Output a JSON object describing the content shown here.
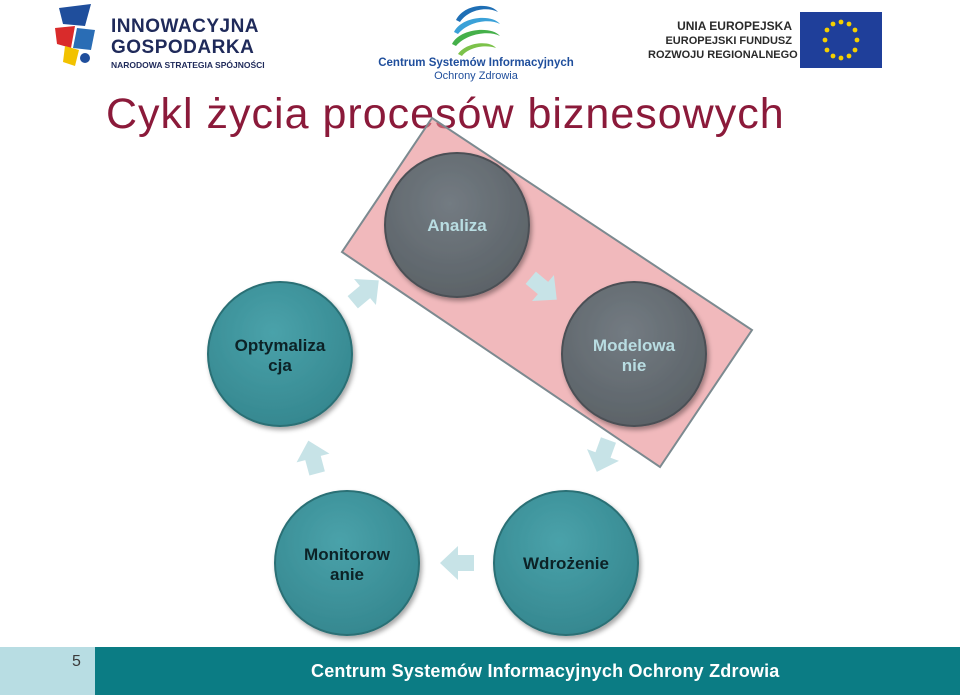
{
  "logos": {
    "ig": {
      "line1": "INNOWACYJNA",
      "line2": "GOSPODARKA",
      "line3": "NARODOWA STRATEGIA SPÓJNOŚCI"
    },
    "csioz": {
      "line1": "Centrum Systemów Informacyjnych",
      "line2": "Ochrony Zdrowia"
    },
    "eu": {
      "line1": "UNIA EUROPEJSKA",
      "line2": "EUROPEJSKI FUNDUSZ",
      "line3": "ROZWOJU REGIONALNEGO"
    }
  },
  "title": "Cykl życia procesów biznesowych",
  "colors": {
    "title": "#8b1a3a",
    "node_teal": "#3a8e96",
    "node_gray": "#5f666c",
    "highlight": "#e88a8f",
    "arrow": "#c7e3e7",
    "footer": "#0b7c84"
  },
  "cycle": {
    "nodes": [
      {
        "id": "analiza",
        "lines": [
          "Analiza"
        ],
        "fill": "gray"
      },
      {
        "id": "modelowanie",
        "lines": [
          "Modelowa",
          "nie"
        ],
        "fill": "gray"
      },
      {
        "id": "wdrozenie",
        "lines": [
          "Wdrożenie"
        ],
        "fill": "teal"
      },
      {
        "id": "monitorowanie",
        "lines": [
          "Monitorow",
          "anie"
        ],
        "fill": "teal"
      },
      {
        "id": "optymalizacja",
        "lines": [
          "Optymaliza",
          "cja"
        ],
        "fill": "teal"
      }
    ]
  },
  "footer": {
    "page_number": "5",
    "text": "Centrum Systemów Informacyjnych Ochrony Zdrowia"
  }
}
